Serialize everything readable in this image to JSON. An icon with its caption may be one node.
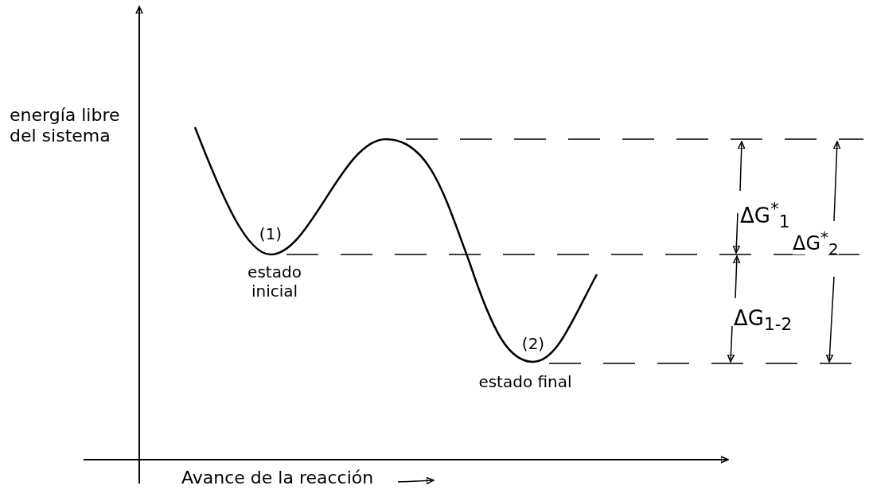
{
  "diagram": {
    "labels": [
      "energía libre del sistema",
      "(1)",
      "estado inicial",
      "(2)",
      "estado final",
      "ΔG$^{*}$$_{1}$",
      "ΔG$_{1-2}$",
      "ΔG$^{*}$$_{2}$",
      "Avance de la reacción"
    ]
  }
}
